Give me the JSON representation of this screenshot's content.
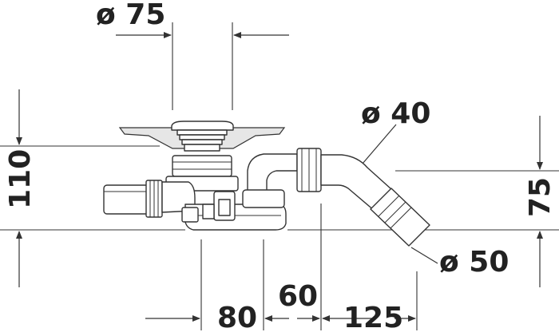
{
  "diagram": {
    "labels": {
      "dia_75": "ø 75",
      "dia_40": "ø 40",
      "dia_50": "ø 50",
      "h_110": "110",
      "h_75": "75",
      "w_80": "80",
      "w_60": "60",
      "w_125": "125"
    },
    "colors": {
      "line": "#333333",
      "text": "#222222",
      "plate": "#e6e6e6",
      "background": "#ffffff"
    }
  }
}
